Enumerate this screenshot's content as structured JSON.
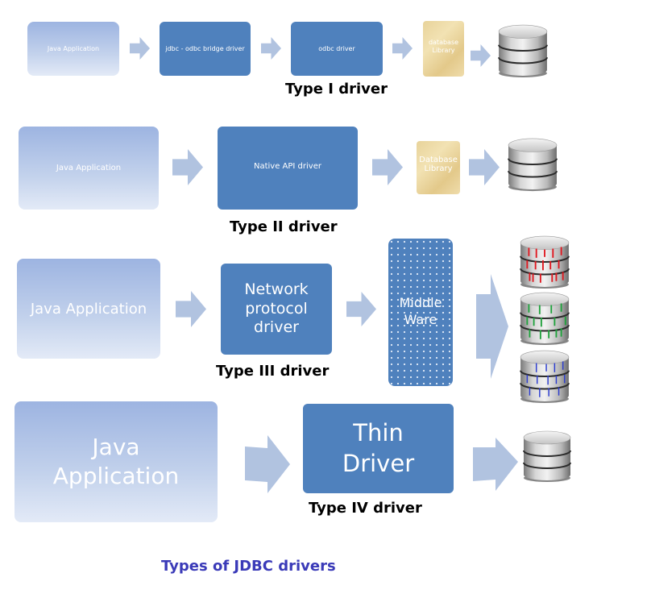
{
  "title": "Types of JDBC drivers",
  "colors": {
    "driver_box": "#4f81bd",
    "app_box_top": "#9db4e1",
    "app_box_bottom": "#e3eaf7",
    "arrow": "#b1c3e0",
    "title": "#3a3ab8",
    "stripes": [
      "#e0161e",
      "#1fa23c",
      "#2b3cd0"
    ]
  },
  "type1": {
    "label": "Type I driver",
    "java_app": "Java Application",
    "bridge": "jdbc - odbc bridge driver",
    "odbc": "odbc driver",
    "library": "database Library",
    "database_icon": "database-icon"
  },
  "type2": {
    "label": "Type II driver",
    "java_app": "Java Application",
    "native": "Native API driver",
    "library": "Database Library",
    "database_icon": "database-icon"
  },
  "type3": {
    "label": "Type III driver",
    "java_app": "Java Application",
    "network": "Network protocol driver",
    "middleware": "Middle Ware",
    "database_icons": [
      "database-red-icon",
      "database-green-icon",
      "database-blue-icon"
    ]
  },
  "type4": {
    "label": "Type IV driver",
    "java_app": "Java Application",
    "thin": "Thin Driver",
    "database_icon": "database-icon"
  }
}
